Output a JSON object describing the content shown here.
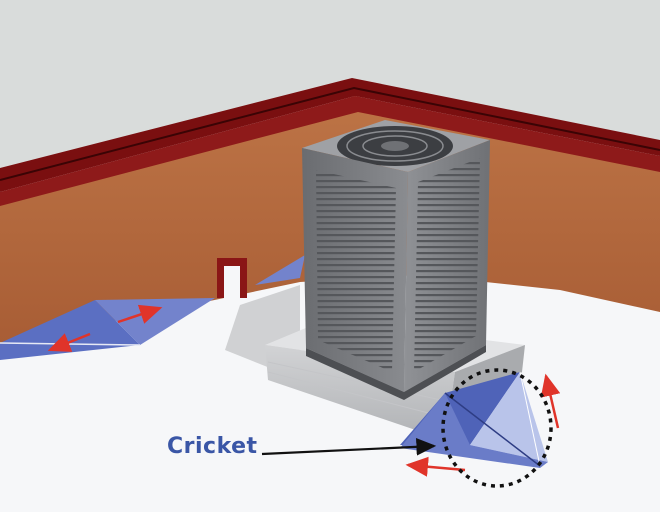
{
  "labels": {
    "cricket": "Cricket"
  },
  "colors": {
    "sky": "#d8dbda",
    "parapet_cap": "#7a0f10",
    "parapet_wall": "#b46a3e",
    "roof_surface": "#f7f8fa",
    "cricket_blue": "#5b6fc2",
    "cricket_light": "#b9c4ea",
    "flow_arrow": "#e0342a",
    "ac_unit": "#7d7f83",
    "callout_circle": "#111111"
  },
  "icons": {
    "flow": "red-arrow",
    "pointer": "black-arrow"
  }
}
